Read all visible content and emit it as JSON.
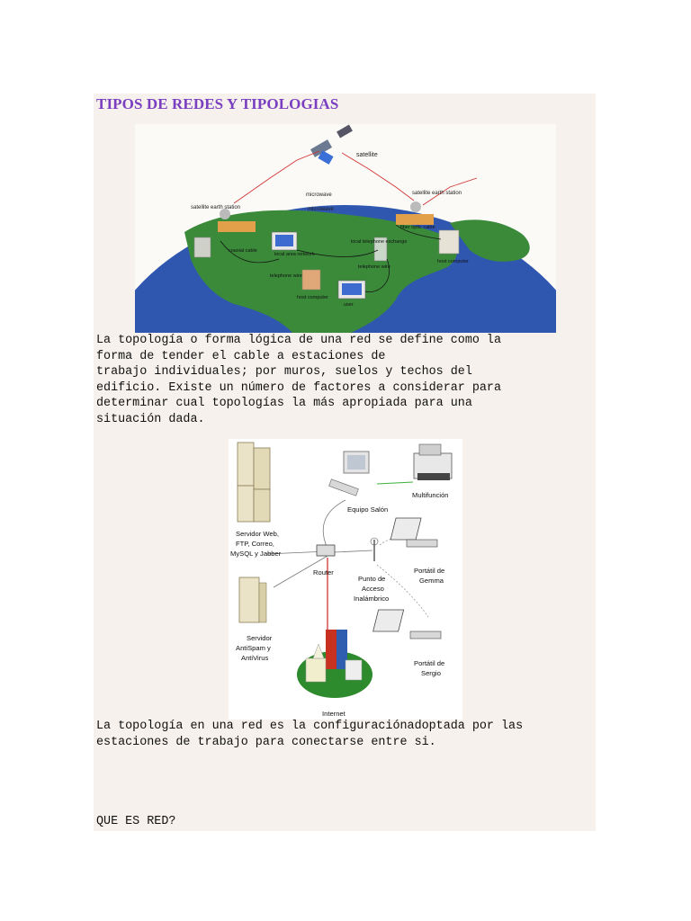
{
  "document": {
    "title": "TIPOS DE REDES Y TIPOLOGIAS",
    "paragraph1": [
      "La topología o forma lógica de una red se define como la",
      "forma de tender el cable a estaciones de",
      "trabajo individuales; por muros, suelos y techos del",
      "edificio. Existe un número de factores a considerar para",
      "determinar cual topologías la más apropiada para una",
      "situación dada."
    ],
    "paragraph2": [
      "La topología en una red es la configuraciónadoptada por las",
      "estaciones de trabajo para conectarse entre si."
    ],
    "question": "QUE ES RED?"
  },
  "figure1": {
    "labels": {
      "satellite": "satellite",
      "earth_station_left": "satellite earth station",
      "earth_station_right": "satellite earth station",
      "microwave_top": "microwave",
      "microwave": "microwave",
      "lan": "local area network",
      "coaxial": "coaxial cable",
      "fiber": "fiber optic cable",
      "exchange": "local telephone exchange",
      "telephone_wire": "telephone wire",
      "telephone_wire2": "telephone wire",
      "host": "host computer",
      "host2": "host computer",
      "user": "user"
    }
  },
  "figure2": {
    "labels": {
      "servers": [
        "Servidor Web,",
        "FTP, Correo,",
        "MySQL y Jabber"
      ],
      "equipo": "Equipo Salón",
      "multifuncion": "Multifunción",
      "router": "Router",
      "punto": [
        "Punto de",
        "Acceso",
        "Inalámbrico"
      ],
      "gemma": [
        "Portátil de",
        "Gemma"
      ],
      "antispam": [
        "Servidor",
        "AntiSpam y",
        "AntiVirus"
      ],
      "sergio": [
        "Portátil de",
        "Sergio"
      ],
      "internet": "Internet"
    }
  }
}
